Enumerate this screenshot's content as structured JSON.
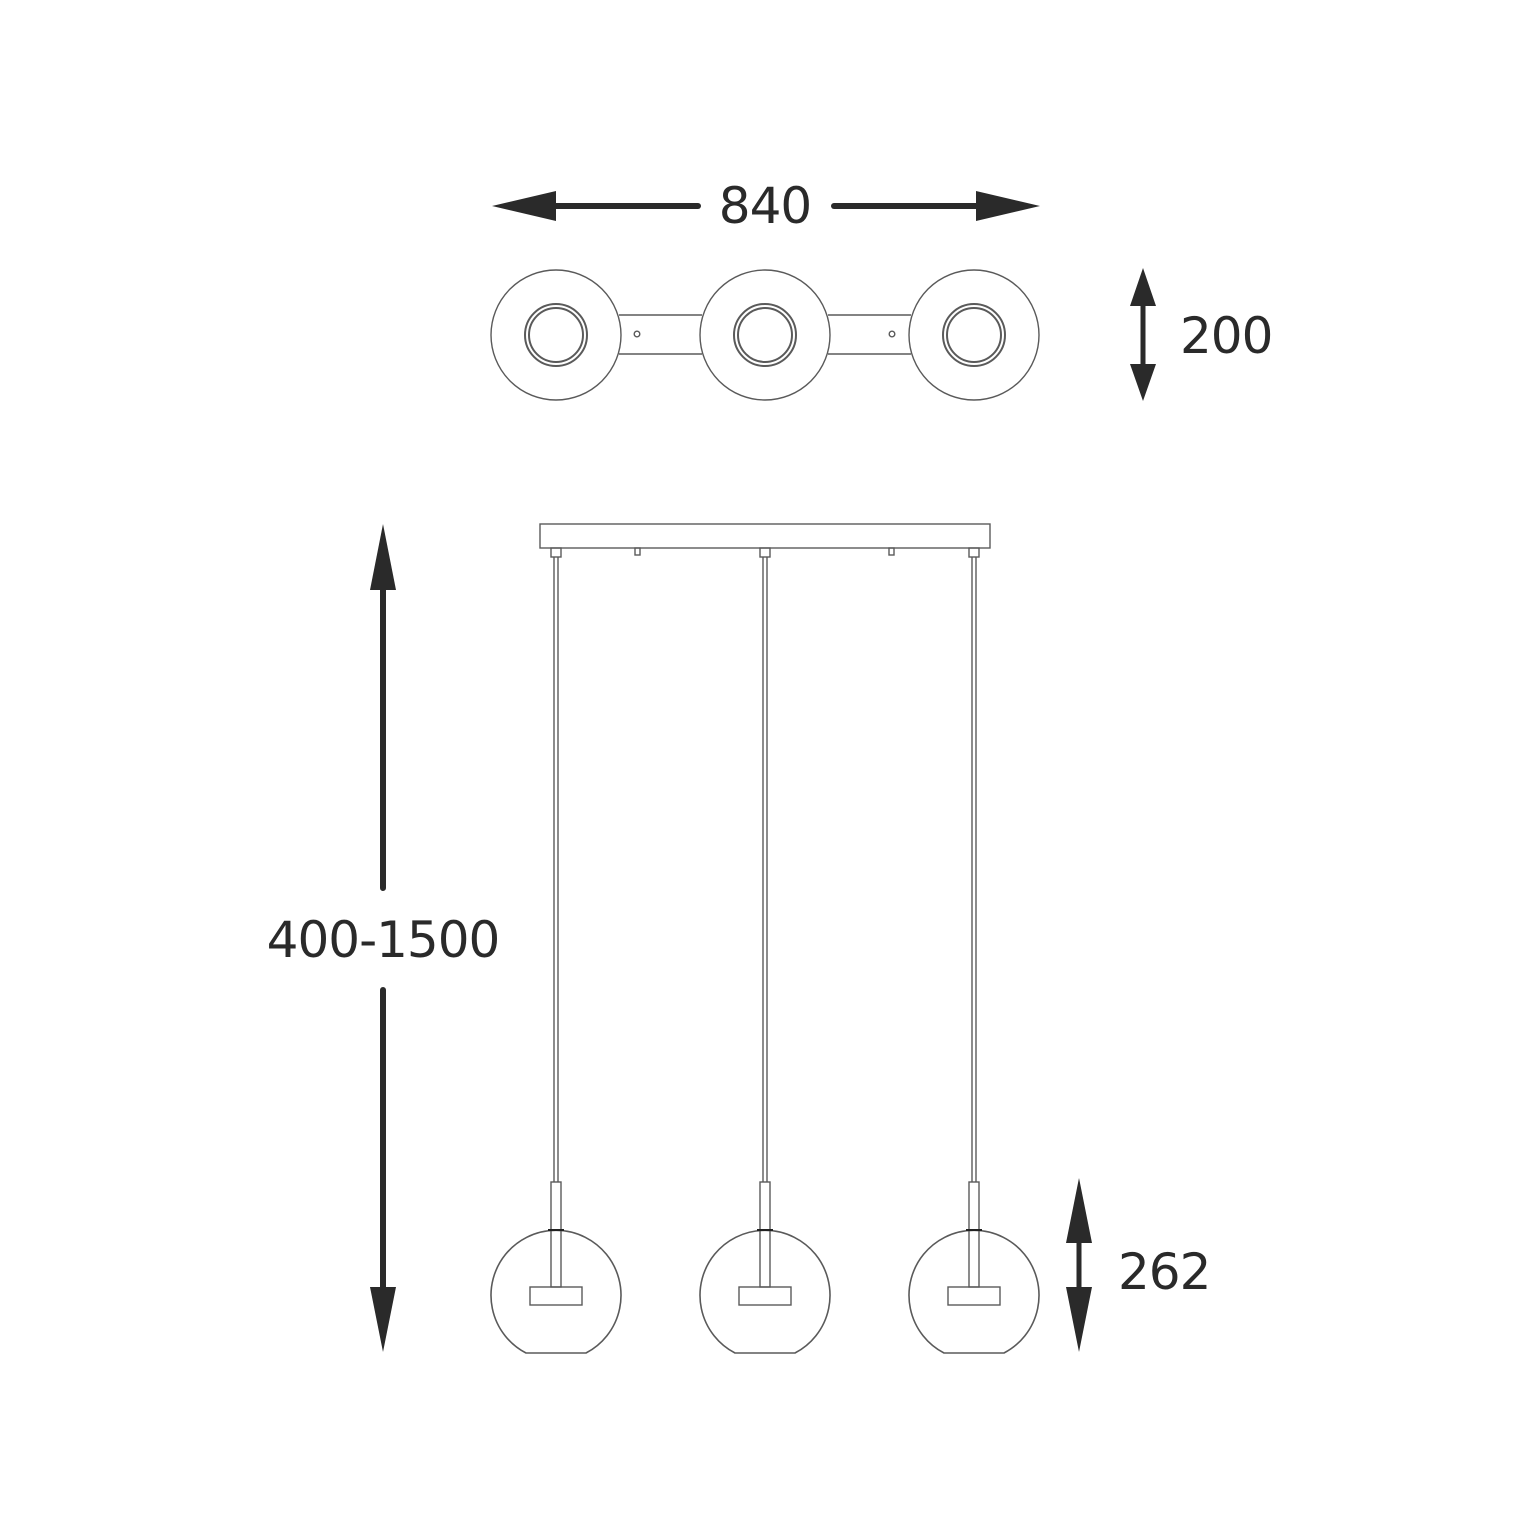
{
  "drawing": {
    "subject": "3-light pendant lamp dimension drawing",
    "views": [
      "top-view",
      "front-elevation"
    ],
    "line_color": "#555555",
    "arrow_color": "#2a2a2a",
    "background": "#ffffff"
  },
  "dimensions": {
    "total_width": "840",
    "depth": "200",
    "hanging_height": "400-1500",
    "globe_height": "262"
  },
  "top_view": {
    "shade_count": 3,
    "mount_dots": 2
  },
  "front_view": {
    "pendant_count": 3,
    "canopy": "rectangular ceiling plate"
  }
}
